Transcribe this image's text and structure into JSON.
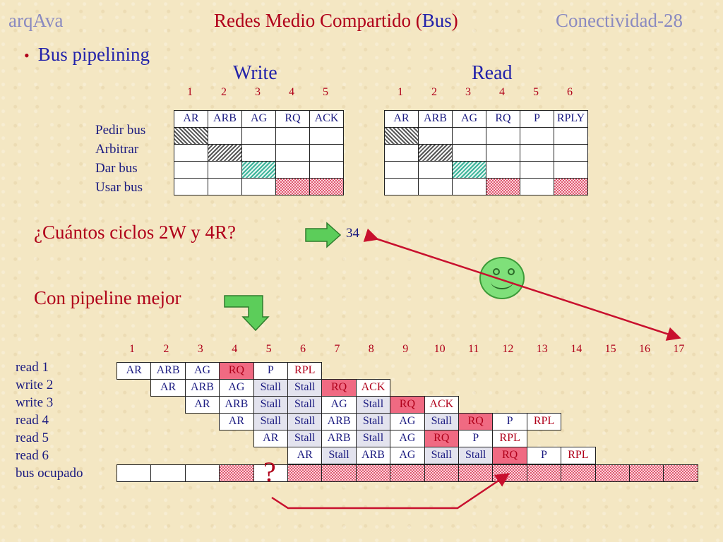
{
  "header": {
    "left": "arqAva",
    "title_part1": "Redes Medio Compartido (",
    "title_bus": "Bus",
    "title_part2": ")",
    "right": "Conectividad-28"
  },
  "bullet": "Bus pipelining",
  "write": {
    "title": "Write",
    "cols": [
      "1",
      "2",
      "3",
      "4",
      "5"
    ],
    "headers": [
      "AR",
      "ARB",
      "AG",
      "RQ",
      "ACK"
    ]
  },
  "read": {
    "title": "Read",
    "cols": [
      "1",
      "2",
      "3",
      "4",
      "5",
      "6"
    ],
    "headers": [
      "AR",
      "ARB",
      "AG",
      "RQ",
      "P",
      "RPLY"
    ]
  },
  "rows": [
    "Pedir bus",
    "Arbitrar",
    "Dar bus",
    "Usar bus"
  ],
  "question": "¿Cuántos ciclos 2W y 4R?",
  "answer": "34",
  "better": "Con pipeline mejor",
  "cycles": [
    "1",
    "2",
    "3",
    "4",
    "5",
    "6",
    "7",
    "8",
    "9",
    "10",
    "11",
    "12",
    "13",
    "14",
    "15",
    "16",
    "17"
  ],
  "pipe_labels": [
    "read  1",
    "write 2",
    "write 3",
    "read  4",
    "read  5",
    "read  6",
    "bus ocupado"
  ],
  "pipe_rows": [
    [
      "AR",
      "ARB",
      "AG",
      "RQ",
      "P",
      "RPL"
    ],
    [
      "AR",
      "ARB",
      "AG",
      "Stall",
      "Stall",
      "RQ",
      "ACK"
    ],
    [
      "AR",
      "ARB",
      "Stall",
      "Stall",
      "AG",
      "Stall",
      "RQ",
      "ACK"
    ],
    [
      "AR",
      "Stall",
      "Stall",
      "ARB",
      "Stall",
      "AG",
      "Stall",
      "RQ",
      "P",
      "RPL"
    ],
    [
      "AR",
      "Stall",
      "ARB",
      "Stall",
      "AG",
      "RQ",
      "P",
      "RPL"
    ],
    [
      "AR",
      "Stall",
      "ARB",
      "AG",
      "Stall",
      "Stall",
      "RQ",
      "P",
      "RPL"
    ]
  ],
  "qmark": "?"
}
